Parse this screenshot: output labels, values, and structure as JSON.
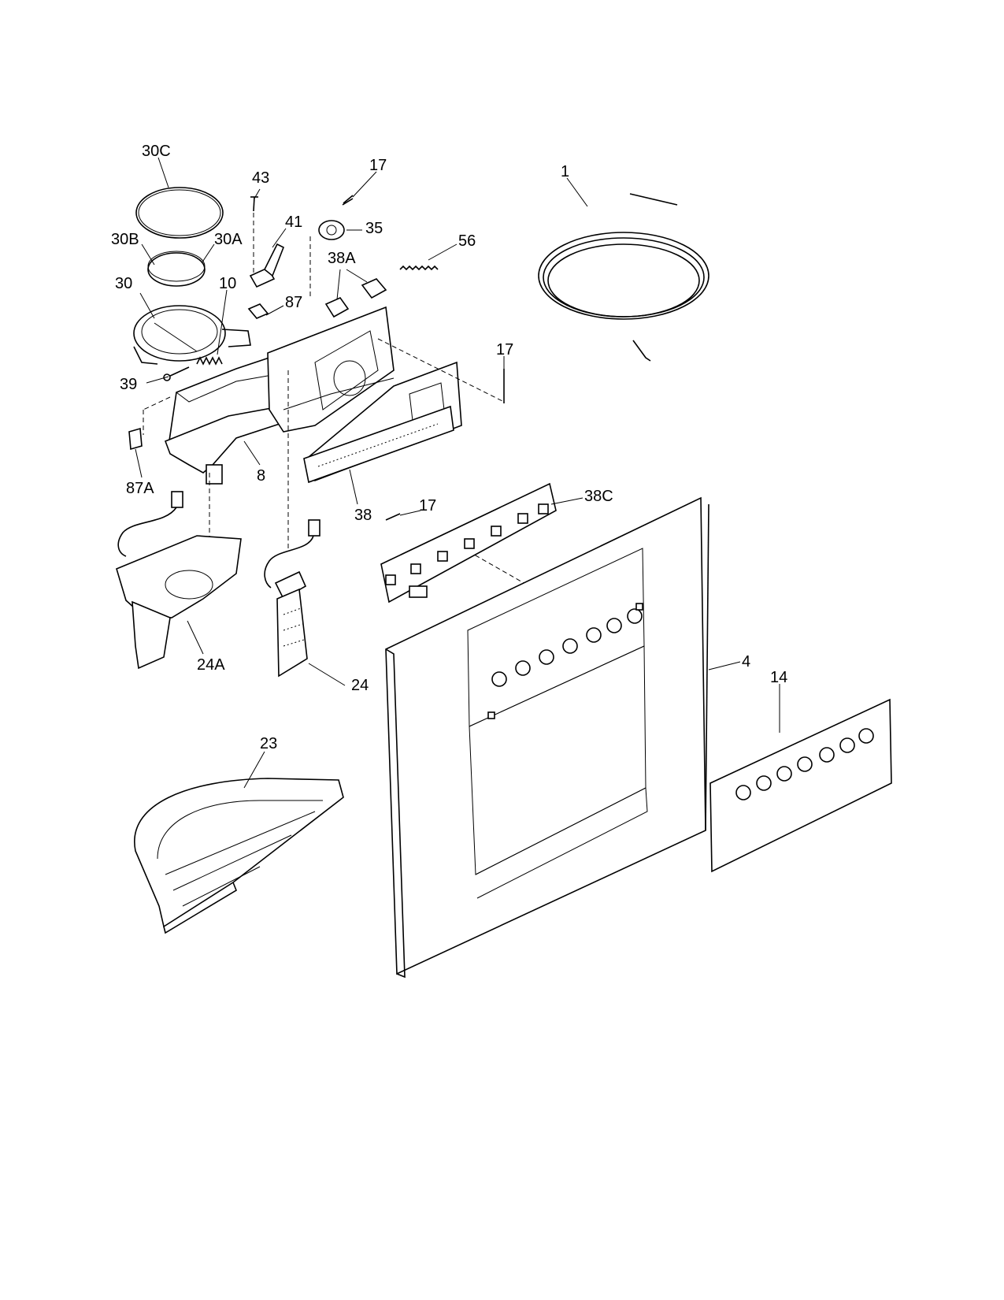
{
  "callouts": [
    {
      "id": "30C",
      "text": "30C"
    },
    {
      "id": "43",
      "text": "43"
    },
    {
      "id": "17a",
      "text": "17"
    },
    {
      "id": "1",
      "text": "1"
    },
    {
      "id": "41",
      "text": "41"
    },
    {
      "id": "35",
      "text": "35"
    },
    {
      "id": "30B",
      "text": "30B"
    },
    {
      "id": "30A",
      "text": "30A"
    },
    {
      "id": "56",
      "text": "56"
    },
    {
      "id": "38A",
      "text": "38A"
    },
    {
      "id": "30",
      "text": "30"
    },
    {
      "id": "10",
      "text": "10"
    },
    {
      "id": "87",
      "text": "87"
    },
    {
      "id": "17b",
      "text": "17"
    },
    {
      "id": "39",
      "text": "39"
    },
    {
      "id": "8",
      "text": "8"
    },
    {
      "id": "87A",
      "text": "87A"
    },
    {
      "id": "38",
      "text": "38"
    },
    {
      "id": "17c",
      "text": "17"
    },
    {
      "id": "38C",
      "text": "38C"
    },
    {
      "id": "4",
      "text": "4"
    },
    {
      "id": "14",
      "text": "14"
    },
    {
      "id": "24A",
      "text": "24A"
    },
    {
      "id": "24",
      "text": "24"
    },
    {
      "id": "23",
      "text": "23"
    }
  ]
}
